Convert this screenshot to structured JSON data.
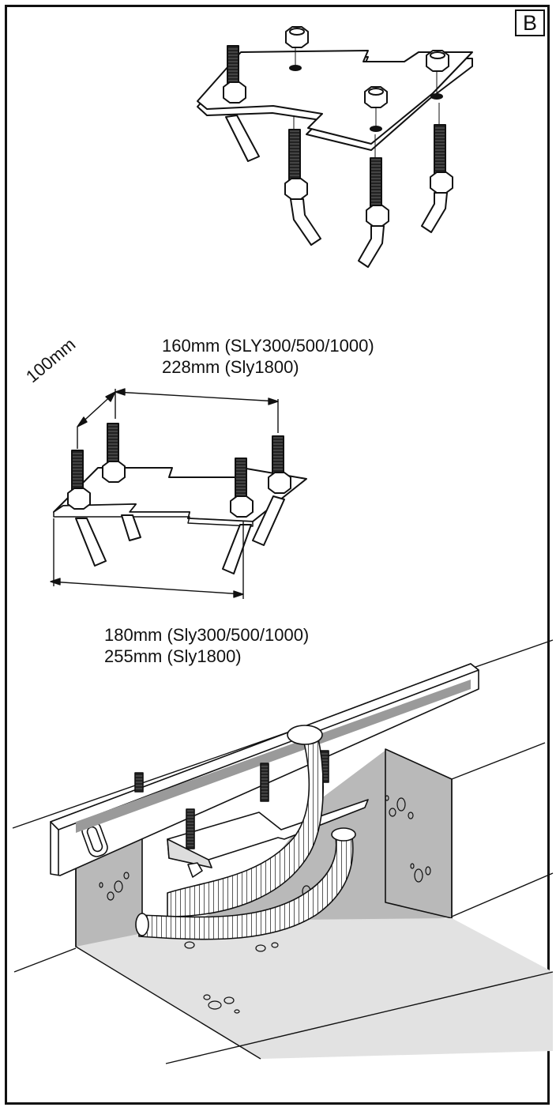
{
  "panel_label": "B",
  "dimensions": {
    "depth": "100mm",
    "width_line1": "160mm (SLY300/500/1000)",
    "width_line2": "228mm (Sly1800)",
    "length_line1": "180mm (Sly300/500/1000)",
    "length_line2": "255mm (Sly1800)"
  },
  "colors": {
    "line": "#111111",
    "wall_gray": "#b9b9b9",
    "floor_gray": "#e2e2e2"
  }
}
